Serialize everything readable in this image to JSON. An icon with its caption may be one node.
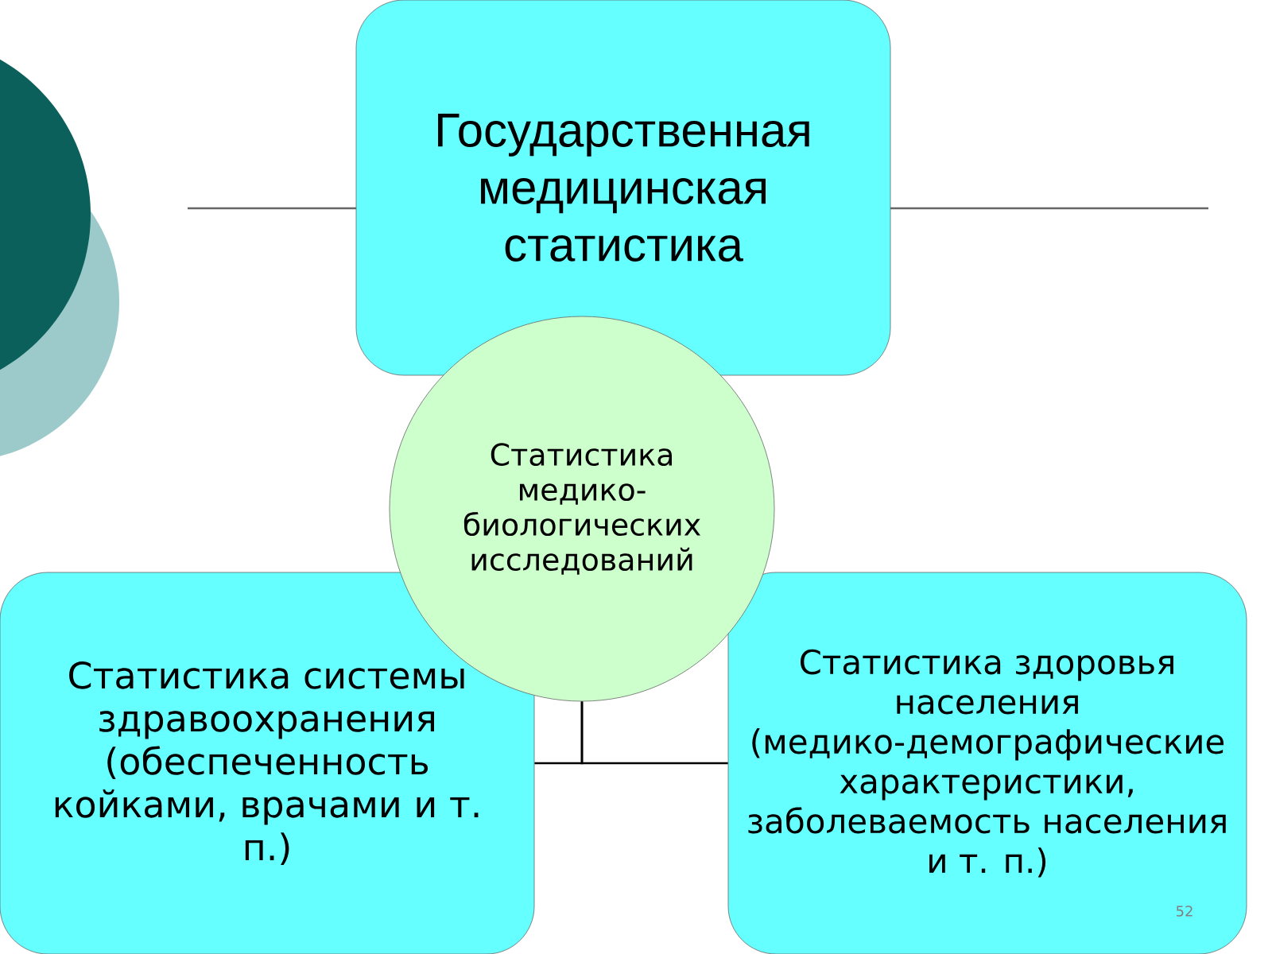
{
  "diagram": {
    "nodes": [
      {
        "text": [
          "Государственная медицинская статистика"
        ]
      },
      {
        "text": [
          "Статистика медико-биологических исследований"
        ]
      },
      {
        "text": [
          "Статистика системы здравоохранения (обеспеченность койками, врачами и т. п.)"
        ]
      },
      {
        "text": [
          "Статистика здоровья населения (медико-демографические характеристики, заболеваемость населения и т. п.)"
        ]
      }
    ],
    "edges": [
      {
        "from": 1,
        "to": 2,
        "arrow": "none"
      },
      {
        "from": 1,
        "to": 3,
        "arrow": "none"
      }
    ],
    "labels": [
      "52"
    ]
  }
}
